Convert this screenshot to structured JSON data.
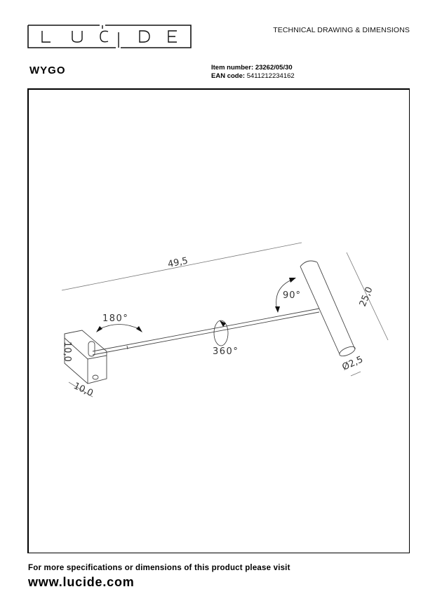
{
  "header": {
    "brand_logo": "LUCIDE",
    "document_type": "TECHNICAL DRAWING & DIMENSIONS",
    "product_name": "WYGO",
    "item_number_label": "Item number:",
    "item_number_value": "23262/05/30",
    "ean_label": "EAN code:",
    "ean_value": "5411212234162"
  },
  "drawing": {
    "total_length": "49,5",
    "height": "25,0",
    "diameter": "Ø2,5",
    "base_height": "10,0",
    "base_width": "10,0",
    "rotation_base": "180°",
    "rotation_arm": "360°",
    "tilt_head": "90°"
  },
  "footer": {
    "note": "For more specifications or dimensions of this product please visit",
    "url": "www.lucide.com"
  }
}
